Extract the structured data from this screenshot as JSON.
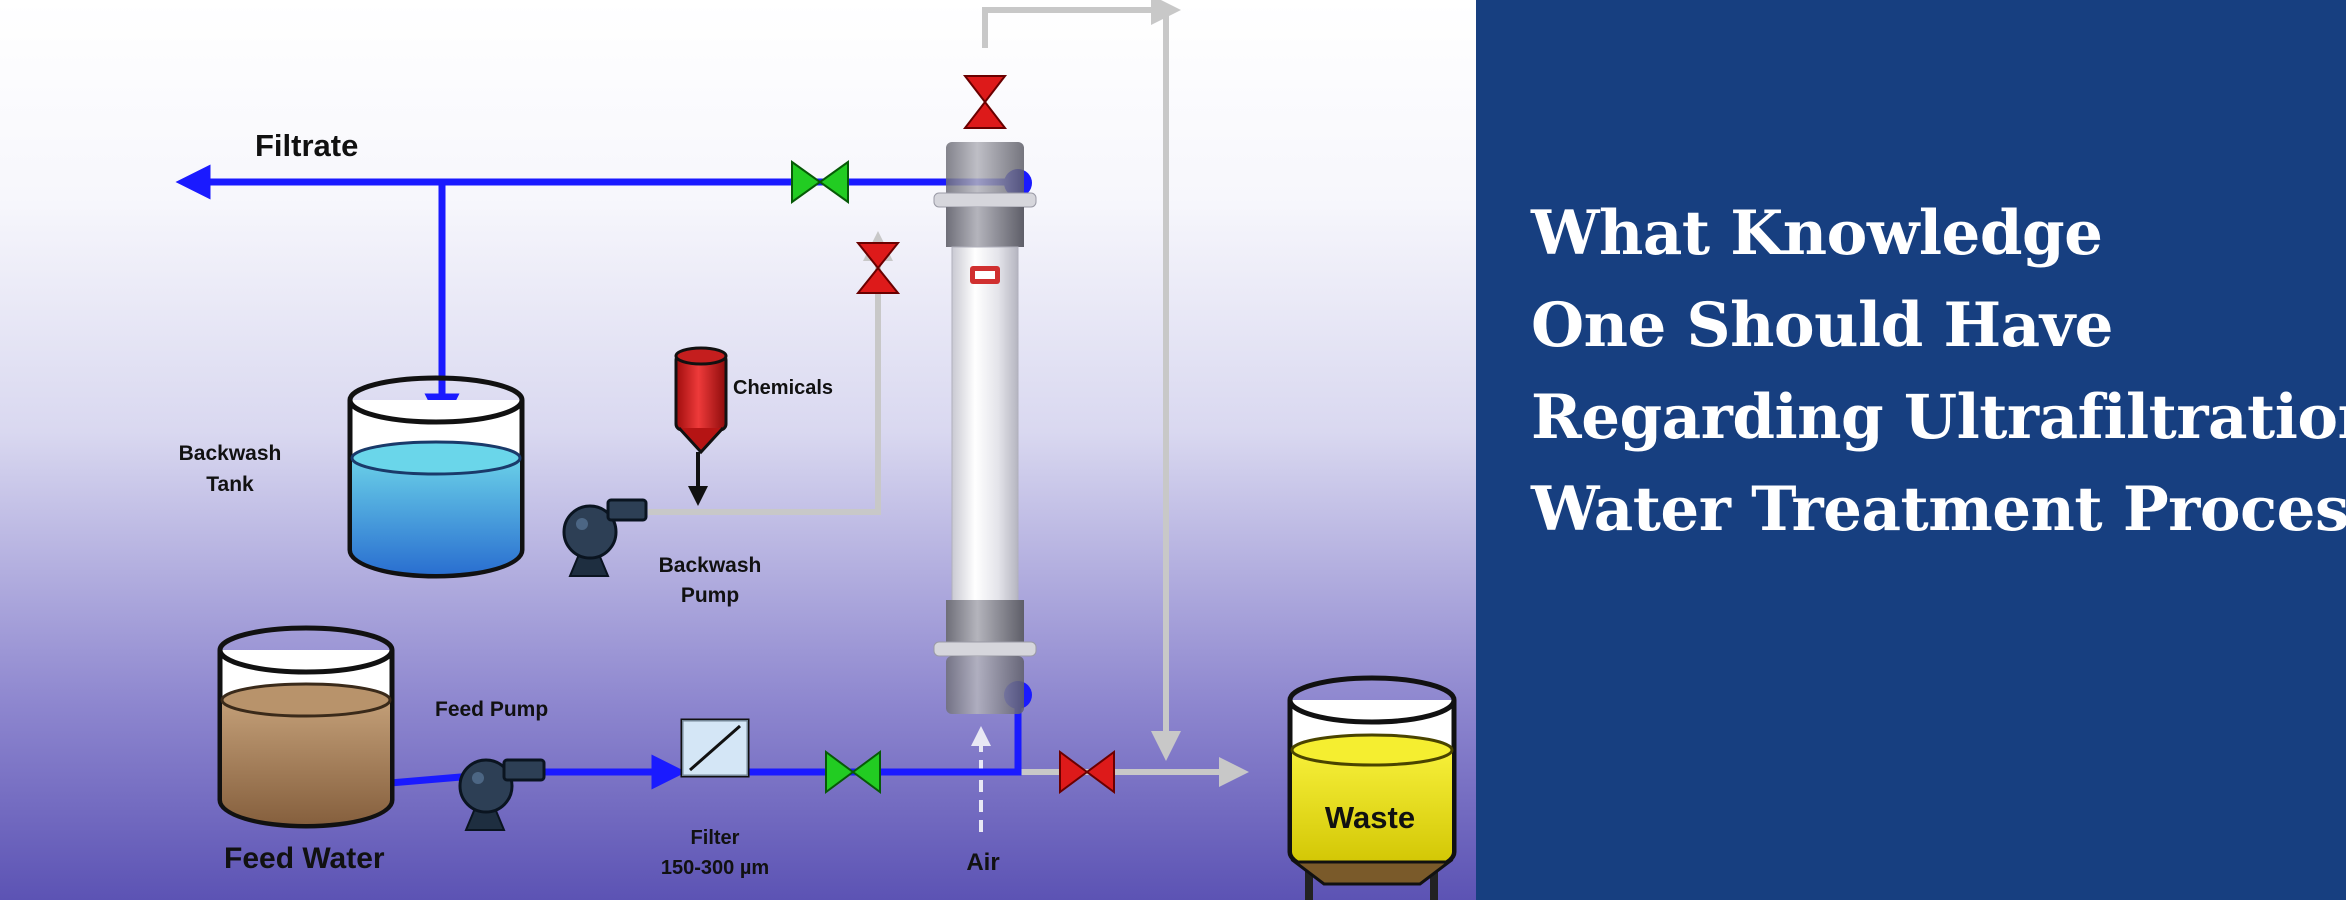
{
  "headline": {
    "lines": [
      "What Knowledge",
      "One Should Have",
      "Regarding Ultrafiltration",
      "Water Treatment Process?"
    ]
  },
  "diagram": {
    "labels": {
      "filtrate": "Filtrate",
      "chemicals": "Chemicals",
      "backwash_tank": [
        "Backwash",
        "Tank"
      ],
      "backwash_pump": [
        "Backwash",
        "Pump"
      ],
      "feed_pump": "Feed Pump",
      "feed_water": "Feed Water",
      "filter": [
        "Filter",
        "150-300 µm"
      ],
      "air": "Air",
      "waste": "Waste"
    },
    "colors": {
      "flow_line": "#1a1aff",
      "return_line": "#c8c8c8",
      "valve_open": "#22cc22",
      "valve_closed": "#dd1a1a",
      "backwash_water": "#3fa0d8",
      "feed_water": "#9e7a58",
      "waste_liquid": "#f2e60c",
      "chemical_tank": "#dd1a1a",
      "title_background": "#173f80"
    },
    "icons": [
      "tank-icon",
      "pump-icon",
      "valve-icon",
      "filter-icon",
      "membrane-module-icon",
      "arrow-icon"
    ]
  }
}
